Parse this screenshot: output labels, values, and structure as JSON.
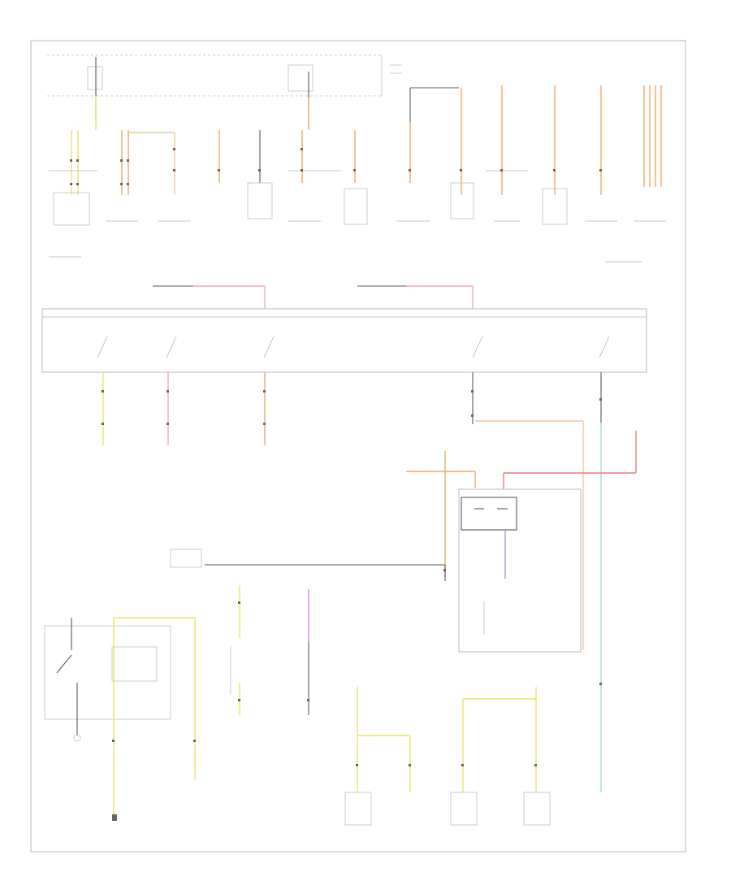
{
  "diagram": {
    "footer_label": "",
    "colors": {
      "frame": "#b8b8b8",
      "ground_wire": "#5a5a5a",
      "wire_orange": "#f2a765",
      "wire_yellow": "#ebe36a",
      "wire_pink": "#f0a8c6",
      "wire_red": "#f07a7a",
      "wire_green": "#9fe0c8",
      "wire_blue": "#9aa0e6",
      "wire_violet": "#d48ae8",
      "wire_gray": "#c9c9c9"
    },
    "components": [
      {
        "id": "fuse-box",
        "type": "fuse-panel"
      },
      {
        "id": "junction-1",
        "type": "connector-block"
      },
      {
        "id": "junction-2",
        "type": "connector-block"
      },
      {
        "id": "junction-3",
        "type": "connector-block"
      },
      {
        "id": "junction-4",
        "type": "connector-block"
      },
      {
        "id": "junction-5",
        "type": "connector-block"
      },
      {
        "id": "junction-6",
        "type": "connector-block"
      },
      {
        "id": "junction-7",
        "type": "connector-block"
      },
      {
        "id": "junction-8",
        "type": "connector-block"
      },
      {
        "id": "junction-9",
        "type": "connector-block"
      },
      {
        "id": "headlight-switch-panel",
        "type": "switch-bank"
      },
      {
        "id": "relay-module",
        "type": "relay"
      },
      {
        "id": "ignition-switch-block",
        "type": "switch-block"
      },
      {
        "id": "ground-node",
        "type": "ground"
      }
    ]
  }
}
